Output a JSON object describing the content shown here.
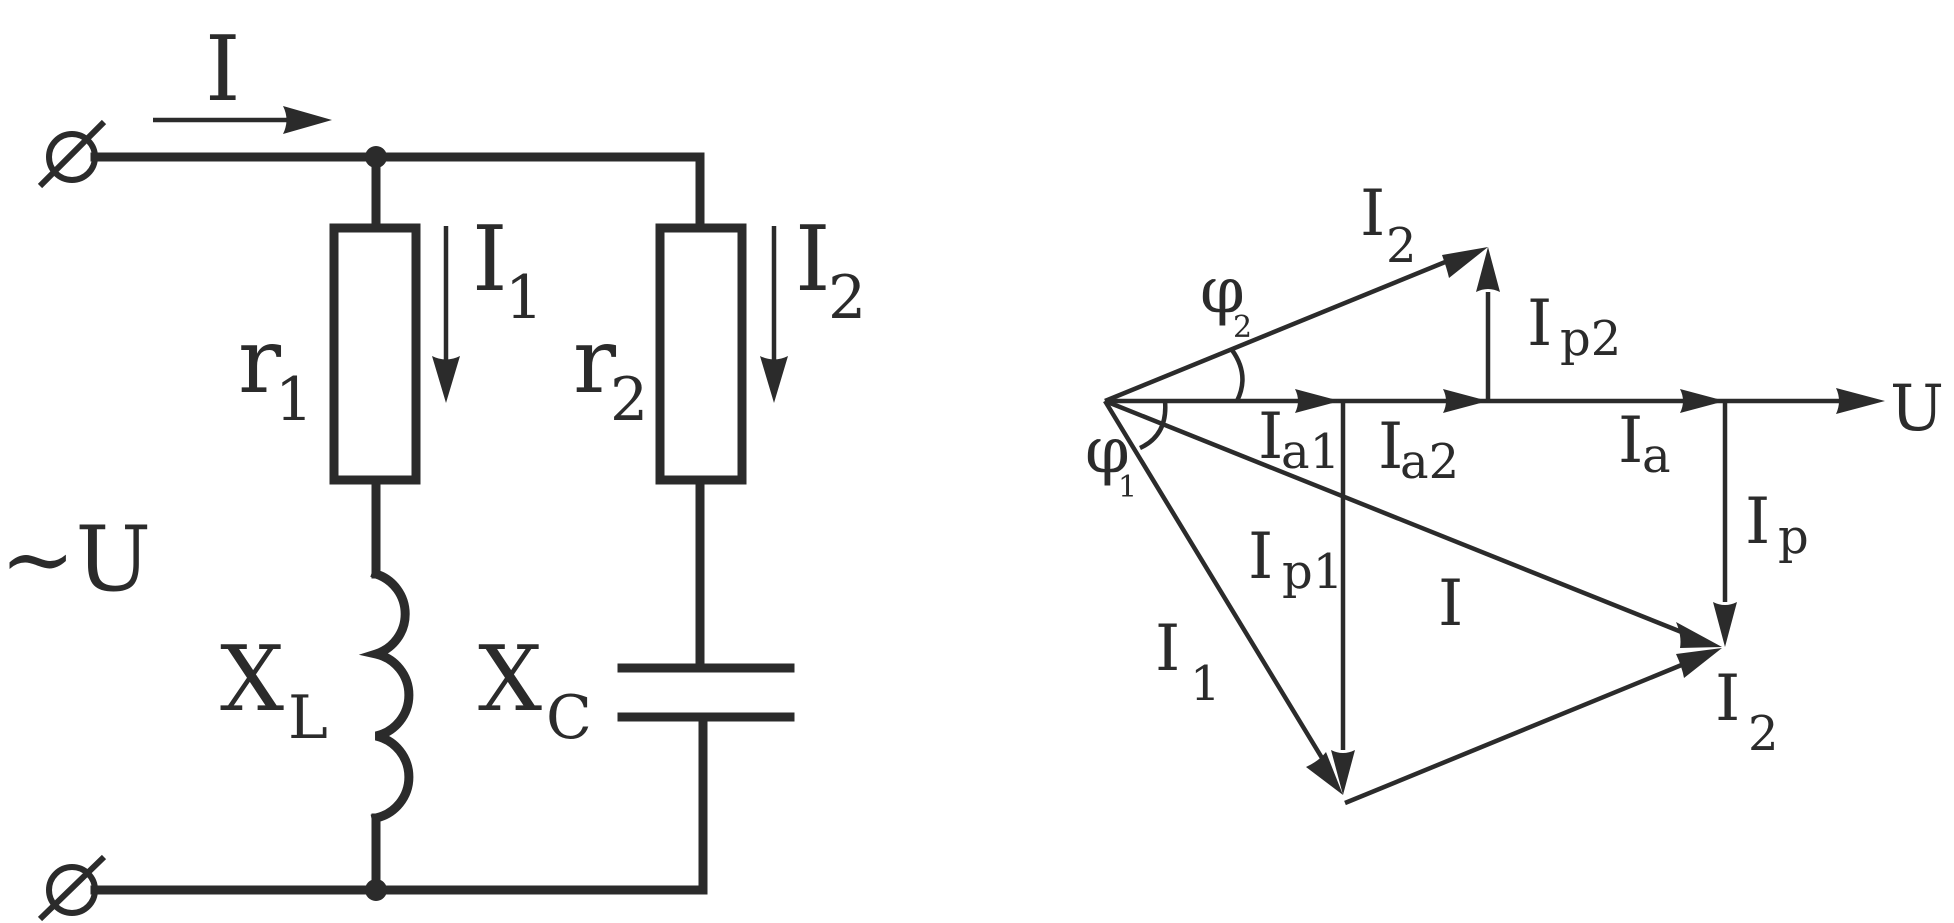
{
  "circuit": {
    "supply_label": "~U",
    "current_total": "I",
    "branch1": {
      "current": "I",
      "current_sub": "1",
      "resistor": "r",
      "resistor_sub": "1",
      "reactance": "X",
      "reactance_sub": "L"
    },
    "branch2": {
      "current": "I",
      "current_sub": "2",
      "resistor": "r",
      "resistor_sub": "2",
      "reactance": "X",
      "reactance_sub": "C"
    }
  },
  "phasor": {
    "voltage": "U",
    "i2_top": {
      "main": "I",
      "sub": "2"
    },
    "phi2": {
      "main": "φ",
      "sub": "2"
    },
    "ip2": {
      "main": "I",
      "sub": "p2"
    },
    "ia1": {
      "main": "I",
      "sub": "a1"
    },
    "ia2": {
      "main": "I",
      "sub": "a2"
    },
    "ia": {
      "main": "I",
      "sub": "a"
    },
    "phi1": {
      "main": "φ",
      "sub": "1"
    },
    "ip1": {
      "main": "I",
      "sub": "p1"
    },
    "ip": {
      "main": "I",
      "sub": "p"
    },
    "i_total": "I",
    "i1": {
      "main": "I",
      "sub": "1"
    },
    "i2_bottom": {
      "main": "I",
      "sub": "2"
    }
  }
}
